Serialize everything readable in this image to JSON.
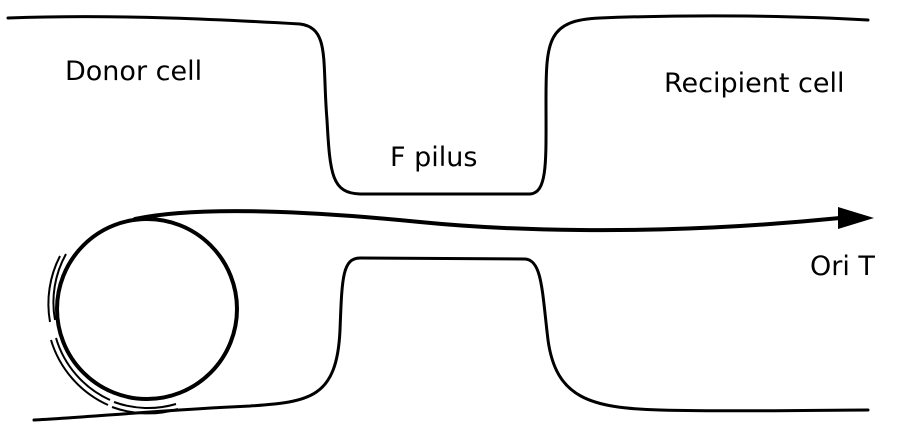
{
  "labels": {
    "donor": "Donor cell",
    "recipient": "Recipient cell",
    "pilus": "F pilus",
    "origin": "Ori T"
  },
  "colors": {
    "line": "#000000",
    "background": "#ffffff"
  }
}
